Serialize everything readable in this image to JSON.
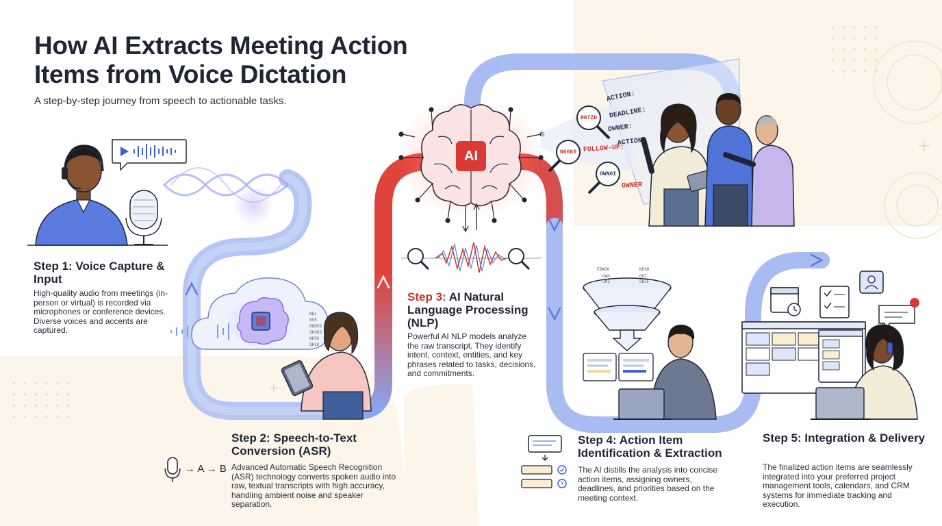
{
  "header": {
    "title": "How AI Extracts Meeting Action Items from Voice Dictation",
    "subtitle": "A step-by-step journey from speech to actionable tasks."
  },
  "steps": [
    {
      "num": "Step 1:",
      "title": "Voice Capture & Input",
      "description": "High-quality audio from meetings (in-person or virtual) is recorded via microphones or conference devices. Diverse voices and accents are captured."
    },
    {
      "num": "Step 2:",
      "title": "Speech-to-Text Conversion (ASR)",
      "description": "Advanced Automatic Speech Recognition (ASR) technology converts spoken audio into raw, textual transcripts with high accuracy, handling ambient noise and speaker separation."
    },
    {
      "num": "Step 3:",
      "title": "AI Natural Language Processing (NLP)",
      "description": "Powerful AI NLP models analyze the raw transcript. They identify intent, context, entities, and key phrases related to tasks, decisions, and commitments."
    },
    {
      "num": "Step 4:",
      "title": "Action Item Identification & Extraction",
      "description": "The AI distills the analysis into concise action items, assigning owners, deadlines, and priorities based on the meeting context."
    },
    {
      "num": "Step 5:",
      "title": "Integration & Delivery",
      "description": "The finalized action items are seamlessly integrated into your preferred project management tools, calendars, and CRM systems for immediate tracking and execution."
    }
  ],
  "asr_icon_text": "→ A → B",
  "ai_badge": "AI",
  "extracted_labels": [
    "ACTION:",
    "DEADLINE:",
    "OWNER:",
    "ACTION:",
    "FOLLOW-UP:",
    "OWNER"
  ],
  "lens_labels": [
    "RGTZH",
    "N66K0",
    "OWNOI"
  ],
  "transcript_fragments": [
    "NDL",
    "SSS",
    "DDDSS",
    "SHSSS",
    "NHSS",
    "SHLK"
  ],
  "funnel_fragments": [
    "EBAOK",
    "NEGO",
    "DAO",
    "CMI",
    "GOT",
    "SKIF"
  ],
  "colors": {
    "flow_blue": "#7f9ce8",
    "flow_red": "#e0433b",
    "accent_red": "#c7332b",
    "title": "#1f2533",
    "bg_cream": "#fbf6e9"
  },
  "icons": [
    "headset-person-icon",
    "microphone-icon",
    "speech-bubble-audio-icon",
    "cloud-brain-icon",
    "tablet-icon",
    "brain-ai-icon",
    "magnifier-icon",
    "funnel-icon",
    "laptop-icon",
    "calendar-icon",
    "checklist-icon",
    "user-card-icon",
    "chat-alert-icon",
    "kanban-board-icon"
  ]
}
